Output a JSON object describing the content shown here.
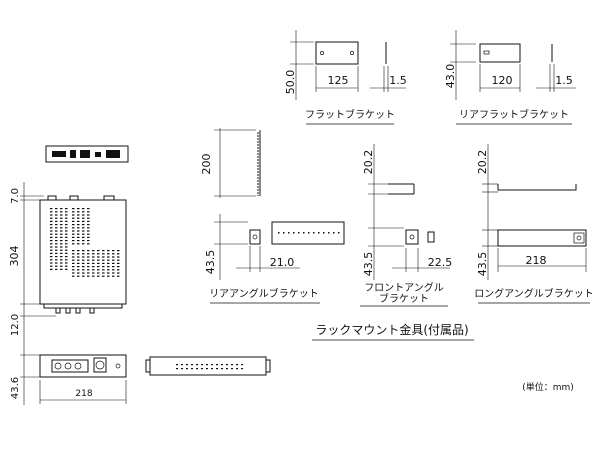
{
  "title": "ラックマウント金具(付属品)",
  "unit_note": "(単位：mm)",
  "main_unit": {
    "dims": {
      "top_h": "7.0",
      "body_h": "304",
      "bottom_h": "12.0",
      "front_h": "43.6",
      "width": "218"
    }
  },
  "brackets": {
    "flat": {
      "label": "フラットブラケット",
      "height": "50.0",
      "width": "125",
      "thick": "1.5"
    },
    "rear_flat": {
      "label": "リアフラットブラケット",
      "height": "43.0",
      "width": "120",
      "thick": "1.5"
    },
    "rear_angle": {
      "label": "リアアングルブラケット",
      "length": "200",
      "height": "43.5",
      "depth": "21.0"
    },
    "front_angle": {
      "label_line1": "フロントアングル",
      "label_line2": "ブラケット",
      "top": "20.2",
      "height": "43.5",
      "depth": "22.5"
    },
    "long_angle": {
      "label": "ロングアングルブラケット",
      "top": "20.2",
      "height": "43.5",
      "width": "218"
    }
  }
}
